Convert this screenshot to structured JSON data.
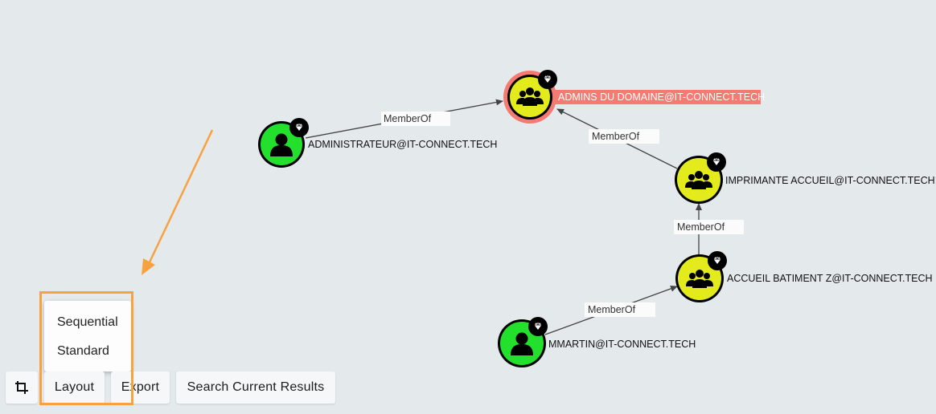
{
  "graph": {
    "nodes": {
      "administrateur": {
        "label": "ADMINISTRATEUR@IT-CONNECT.TECH",
        "type": "user",
        "color": "#22e02c"
      },
      "admins_domaine": {
        "label": "ADMINS DU DOMAINE@IT-CONNECT.TECH",
        "type": "group",
        "color": "#e3eb1c",
        "highlighted": true,
        "highlight_color": "#f47a72"
      },
      "imprimante": {
        "label": "IMPRIMANTE ACCUEIL@IT-CONNECT.TECH",
        "type": "group",
        "color": "#e3eb1c"
      },
      "accueil": {
        "label": "ACCUEIL BATIMENT Z@IT-CONNECT.TECH",
        "type": "group",
        "color": "#e3eb1c"
      },
      "mmartin": {
        "label": "MMARTIN@IT-CONNECT.TECH",
        "type": "user",
        "color": "#22e02c"
      }
    },
    "edges": [
      {
        "from": "administrateur",
        "to": "admins_domaine",
        "label": "MemberOf"
      },
      {
        "from": "imprimante",
        "to": "admins_domaine",
        "label": "MemberOf"
      },
      {
        "from": "accueil",
        "to": "imprimante",
        "label": "MemberOf"
      },
      {
        "from": "mmartin",
        "to": "accueil",
        "label": "MemberOf"
      }
    ],
    "badge_icon": "gem-icon"
  },
  "toolbar": {
    "crop_icon": "crop-icon",
    "layout_label": "Layout",
    "export_label": "Export",
    "search_label": "Search Current Results"
  },
  "layout_menu": {
    "items": [
      "Sequential",
      "Standard"
    ]
  },
  "annotation": {
    "color": "#f9a13f"
  }
}
